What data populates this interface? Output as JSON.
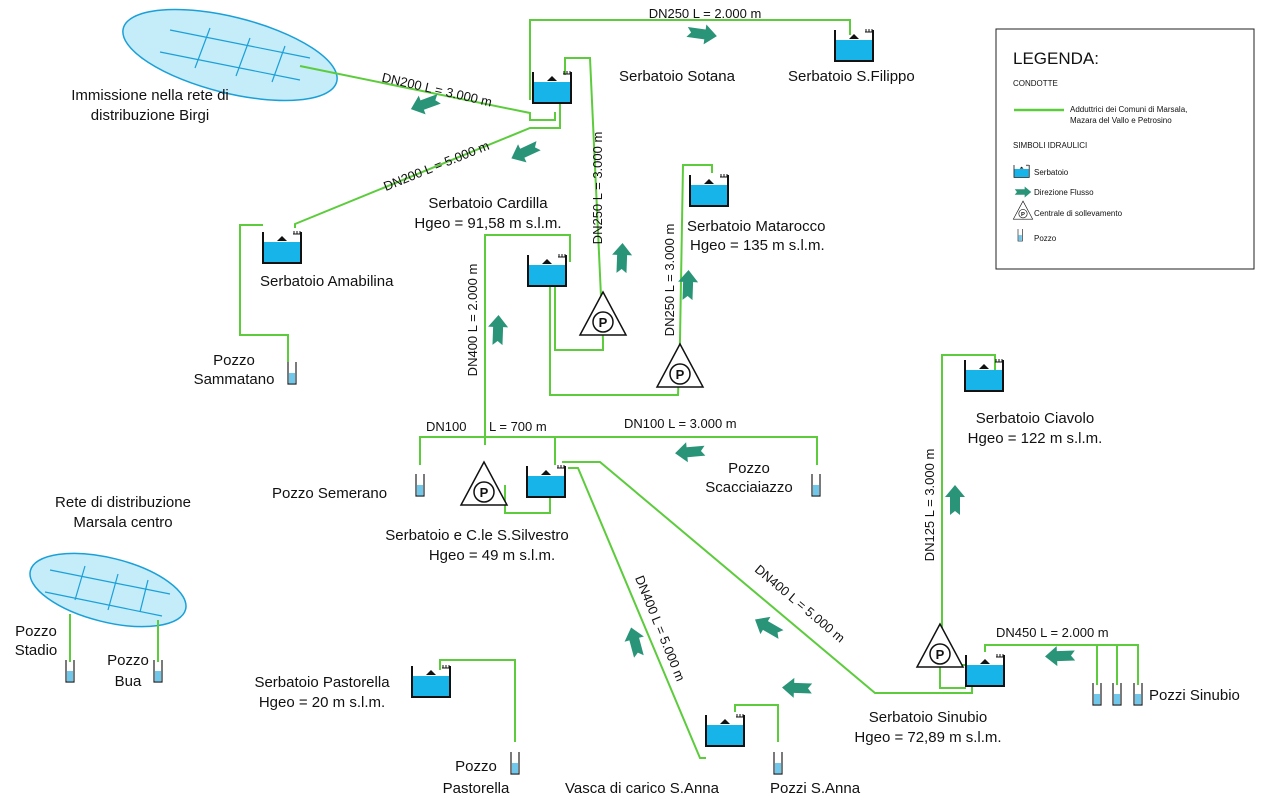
{
  "colors": {
    "pipe": "#5ccc3c",
    "water": "#16b4e8",
    "arrow": "#2a9478",
    "network": "#c4ecf9",
    "well_water": "#6fc8ec"
  },
  "icons": {
    "tank": "tank-icon",
    "flow": "flow-arrow-icon",
    "pump": "pump-station-icon",
    "well": "well-icon"
  },
  "labels": {
    "birgi": [
      "Immissione nella rete di",
      "distribuzione Birgi"
    ],
    "sotana": "Serbatoio Sotana",
    "sfilippo": "Serbatoio S.Filippo",
    "cardilla": [
      "Serbatoio Cardilla",
      "Hgeo = 91,58 m s.l.m."
    ],
    "amabilina": "Serbatoio Amabilina",
    "matarocco": [
      "Serbatoio Matarocco",
      "Hgeo = 135 m s.l.m."
    ],
    "sammatano": [
      "Pozzo",
      "Sammatano"
    ],
    "semerano": "Pozzo Semerano",
    "scacciaiazzo": [
      "Pozzo",
      "Scacciaiazzo"
    ],
    "silvestro": [
      "Serbatoio  e C.le S.Silvestro",
      "Hgeo = 49 m s.l.m."
    ],
    "ciavolo": [
      "Serbatoio Ciavolo",
      "Hgeo = 122 m s.l.m."
    ],
    "marsala": [
      "Rete di distribuzione",
      "Marsala centro"
    ],
    "stadio": [
      "Pozzo",
      "Stadio"
    ],
    "bua": [
      "Pozzo",
      "Bua"
    ],
    "pastorella_tank": [
      "Serbatoio Pastorella",
      "Hgeo = 20 m s.l.m."
    ],
    "pastorella_well": [
      "Pozzo",
      "Pastorella"
    ],
    "santanna_tank": "Vasca di carico S.Anna",
    "santanna_wells": "Pozzi S.Anna",
    "sinubio_tank": [
      "Serbatoio Sinubio",
      "Hgeo = 72,89 m s.l.m."
    ],
    "sinubio_wells": "Pozzi Sinubio"
  },
  "pipes": {
    "dn250_sfilippo": "DN250 L = 2.000 m",
    "dn200_birgi": "DN200 L = 3.000 m",
    "dn200_amabilina": "DN200 L = 5.000 m",
    "dn250_cardilla": "DN250 L = 3.000 m",
    "dn250_matarocco": "DN250 L = 3.000 m",
    "dn400_cardilla": "DN400 L = 2.000 m",
    "dn100_semerano": "DN100",
    "l700": "L = 700 m",
    "dn100_scacciaiazzo": "DN100 L = 3.000 m",
    "dn125_ciavolo": "DN125 L = 3.000 m",
    "dn400_sinubio": "DN400 L = 5.000 m",
    "dn400_santanna": "DN400 L = 5.000 m",
    "dn450_sinubio": "DN450 L = 2.000 m"
  },
  "legend": {
    "title": "LEGENDA:",
    "pipes_header": "CONDOTTE",
    "pipe_desc": [
      "Adduttrici dei Comuni di Marsala,",
      "Mazara del Vallo e Petrosino"
    ],
    "symbols_header": "SIMBOLI IDRAULICI",
    "tank": "Serbatoio",
    "flow": "Direzione Flusso",
    "pump": "Centrale di sollevamento",
    "well": "Pozzo",
    "pump_letter": "P"
  }
}
